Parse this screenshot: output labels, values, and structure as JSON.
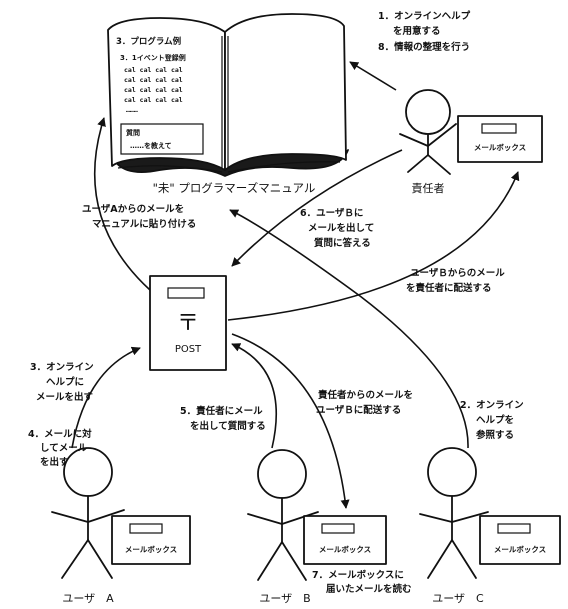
{
  "book": {
    "program_example_title": "3．プログラム例",
    "program_example_sub": "3．1イベント登録例",
    "code_lines": [
      "cal cal cal cal",
      "cal cal cal cal",
      "cal cal cal cal",
      "cal cal cal cal"
    ],
    "ellipsis": "………",
    "question_label": "質問",
    "question_text": "……を教えて",
    "manual_title": "\"未\" プログラマーズマニュアル"
  },
  "responsible": {
    "name": "責任者",
    "mailbox_label": "メールボックス",
    "step1_line1": "1．オンラインヘルプ",
    "step1_line2": "を用意する",
    "step8": "8．情報の整理を行う"
  },
  "post": {
    "symbol": "〒",
    "label": "POST"
  },
  "annotations": {
    "user_a_mail_line1": "ユーザAからのメールを",
    "user_a_mail_line2": "マニュアルに貼り付ける",
    "step6_line1": "6．ユーザＢに",
    "step6_line2": "メールを出して",
    "step6_line3": "質問に答える",
    "forward_to_resp_line1": "ユーザＢからのメール",
    "forward_to_resp_line2": "を責任者に配送する",
    "step3_line1": "3．オンライン",
    "step3_line2": "ヘルプに",
    "step3_line3": "メールを出す",
    "step4_line1": "4．メールに対",
    "step4_line2": "してメール",
    "step4_line3": "を出す",
    "step5_line1": "5．責任者にメール",
    "step5_line2": "を出して質問する",
    "forward_to_b_line1": "責任者からのメールを",
    "forward_to_b_line2": "ユーザＢに配送する",
    "step2_line1": "2．オンライン",
    "step2_line2": "ヘルプを",
    "step2_line3": "参照する",
    "step7_line1": "7．メールボックスに",
    "step7_line2": "届いたメールを読む"
  },
  "users": [
    {
      "name": "ユーザ　A",
      "mailbox_label": "メールボックス"
    },
    {
      "name": "ユーザ　B",
      "mailbox_label": "メールボックス"
    },
    {
      "name": "ユーザ　C",
      "mailbox_label": "メールボックス"
    }
  ]
}
